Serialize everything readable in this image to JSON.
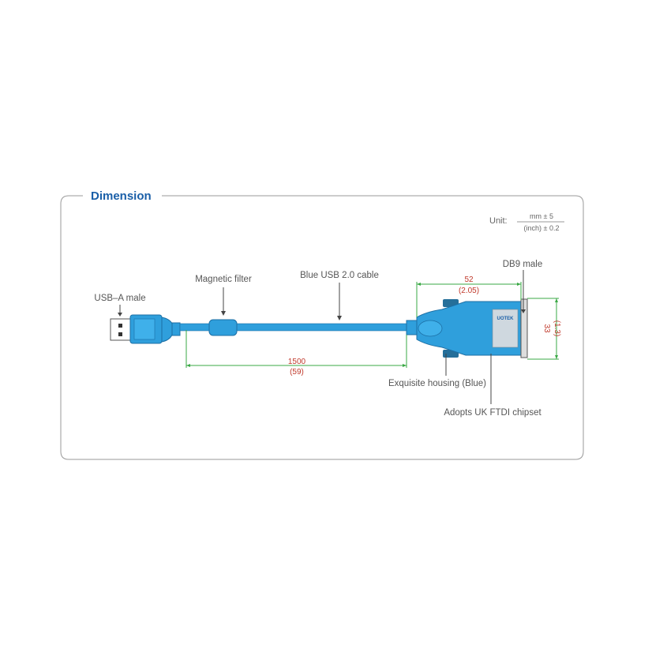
{
  "title": "Dimension",
  "unit": {
    "label": "Unit:",
    "primary": "mm ± 5",
    "secondary": "(inch) ± 0.2"
  },
  "callouts": {
    "usb_a": "USB–A male",
    "filter": "Magnetic filter",
    "cable": "Blue USB 2.0 cable",
    "db9": "DB9 male",
    "housing": "Exquisite housing (Blue)",
    "chipset": "Adopts UK FTDI chipset"
  },
  "dimensions": {
    "cable_length": {
      "mm": "1500",
      "inch": "(59)"
    },
    "connector_length": {
      "mm": "52",
      "inch": "(2.05)"
    },
    "connector_height": {
      "mm": "33",
      "inch": "(1.3)"
    }
  },
  "logo_text": "UOTEK",
  "colors": {
    "accent": "#1a5fa8",
    "cable": "#2f9fdc",
    "dimension_line": "#3aa845",
    "dimension_text": "#c0392b",
    "frame": "#9a9a9a"
  }
}
